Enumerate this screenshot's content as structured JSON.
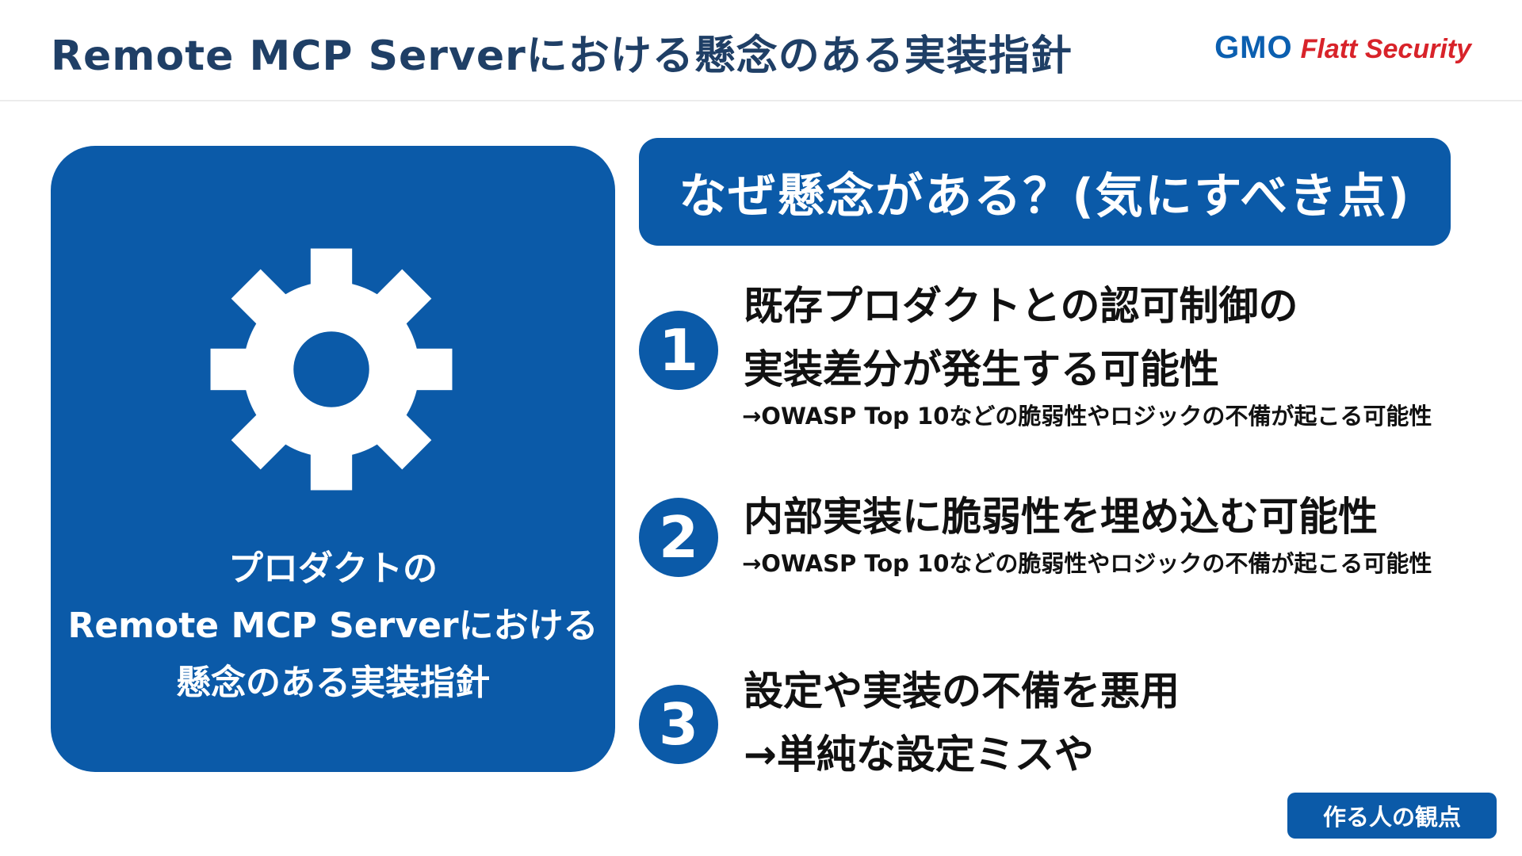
{
  "header": {
    "title": "Remote MCP Serverにおける懸念のある実装指針",
    "logo": {
      "gmo": "GMO",
      "flatt": "Flatt Security",
      "gmo_color": "#0b5fb0",
      "flatt_color": "#d8232a"
    }
  },
  "left_panel": {
    "icon": "gear-icon",
    "lines": [
      "プロダクトの",
      "Remote MCP Serverにおける",
      "懸念のある実装指針"
    ],
    "bg_color": "#0b5aa8"
  },
  "why_box": {
    "label": "なぜ懸念がある？(気にすべき点)"
  },
  "items": [
    {
      "number": "1",
      "lines": [
        "既存プロダクトとの認可制御の",
        "実装差分が発生する可能性"
      ],
      "sub": "→OWASP Top 10などの脆弱性やロジックの不備が起こる可能性"
    },
    {
      "number": "2",
      "lines": [
        "内部実装に脆弱性を埋め込む可能性"
      ],
      "sub": "→OWASP Top 10などの脆弱性やロジックの不備が起こる可能性"
    },
    {
      "number": "3",
      "lines": [
        "設定や実装の不備を悪用",
        "→単純な設定ミスや"
      ],
      "sub": ""
    }
  ],
  "badge": {
    "label": "作る人の観点"
  }
}
